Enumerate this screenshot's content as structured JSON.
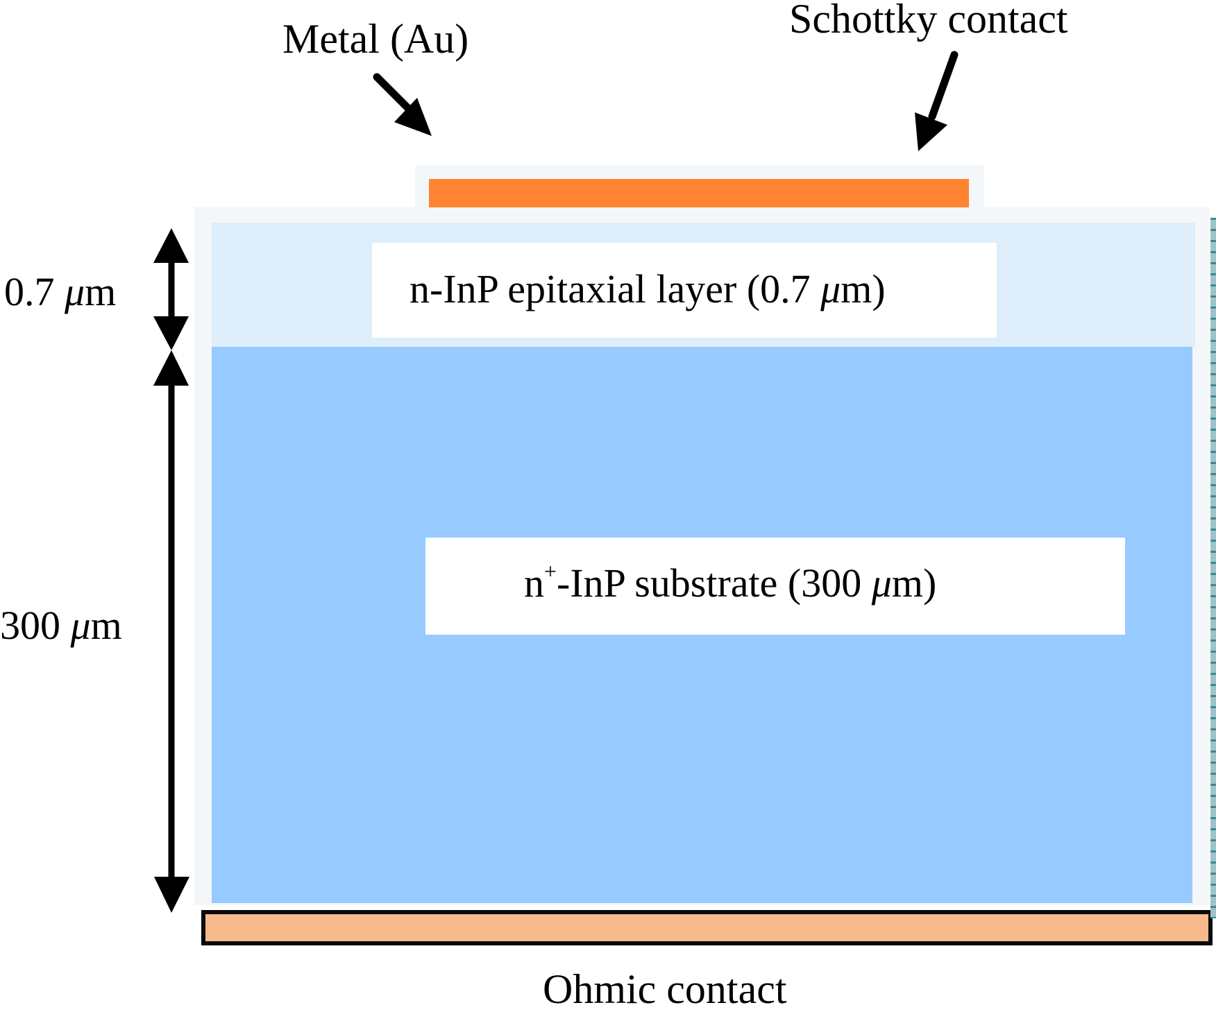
{
  "diagram": {
    "title": "InP Schottky diode cross-section",
    "labels": {
      "metal": "Metal (Au)",
      "schottky": "Schottky contact",
      "ohmic": "Ohmic contact",
      "epi_layer": {
        "prefix": "n-InP epitaxial layer (0.7 ",
        "mu": "μ",
        "suffix": "m)"
      },
      "substrate": {
        "prefix": "n",
        "sup": "+",
        "rest": "-InP substrate (300 ",
        "mu": "μ",
        "suffix": "m)"
      },
      "dim_epi": {
        "value": "0.7 ",
        "mu": "μ",
        "unit": "m"
      },
      "dim_substrate": {
        "value": "300 ",
        "mu": "μ",
        "unit": "m"
      }
    },
    "layers": [
      {
        "name": "Metal (Au) Schottky contact",
        "color": "#fe8432"
      },
      {
        "name": "n-InP epitaxial layer",
        "thickness_um": 0.7,
        "color": "#deeefa"
      },
      {
        "name": "n+-InP substrate",
        "thickness_um": 300,
        "color": "#97caff"
      },
      {
        "name": "Ohmic contact",
        "color": "#f8ba8c"
      }
    ],
    "colors": {
      "frame": "#f4f7f9",
      "arrow": "#000000",
      "text": "#000000"
    }
  }
}
